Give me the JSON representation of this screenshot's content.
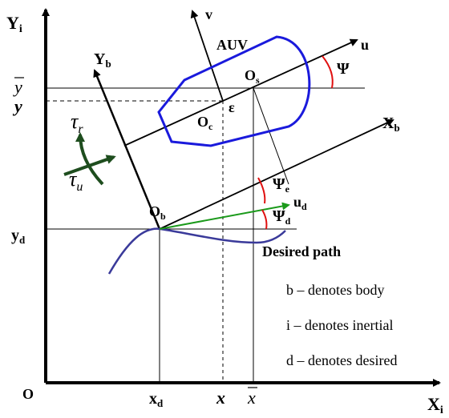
{
  "colors": {
    "auv_outline": "#1a1adc",
    "desired_path": "#3a3a9a",
    "ud_arrow": "#1b9a1b",
    "angle_arc": "#e01010",
    "torque_arrow": "#1e4d1e",
    "axis": "#000000"
  },
  "labels": {
    "Yi_main": "Y",
    "Yi_sub": "i",
    "Xi_main": "X",
    "Xi_sub": "i",
    "origin": "O",
    "v": "v",
    "u": "u",
    "auv": "AUV",
    "Os_main": "O",
    "Os_sub": "s",
    "Oc_main": "O",
    "Oc_sub": "c",
    "epsilon": "ε",
    "psi": "Ψ",
    "Yb_main": "Y",
    "Yb_sub": "b",
    "Xb_main": "X",
    "Xb_sub": "b",
    "ybar": "y",
    "y": "y",
    "tau_r_main": "τ",
    "tau_r_sub": "r",
    "tau_u_main": "τ",
    "tau_u_sub": "u",
    "psi_e_main": "Ψ",
    "psi_e_sub": "e",
    "psi_d_main": "Ψ",
    "psi_d_sub": "d",
    "ud_main": "u",
    "ud_sub": "d",
    "Ob_main": "O",
    "Ob_sub": "b",
    "yd_main": "y",
    "yd_sub": "d",
    "xd_main": "x",
    "xd_sub": "d",
    "x": "x",
    "xbar": "x",
    "desired_path": "Desired path"
  },
  "legend": [
    "b – denotes body",
    "i  – denotes inertial",
    "d – denotes desired"
  ]
}
